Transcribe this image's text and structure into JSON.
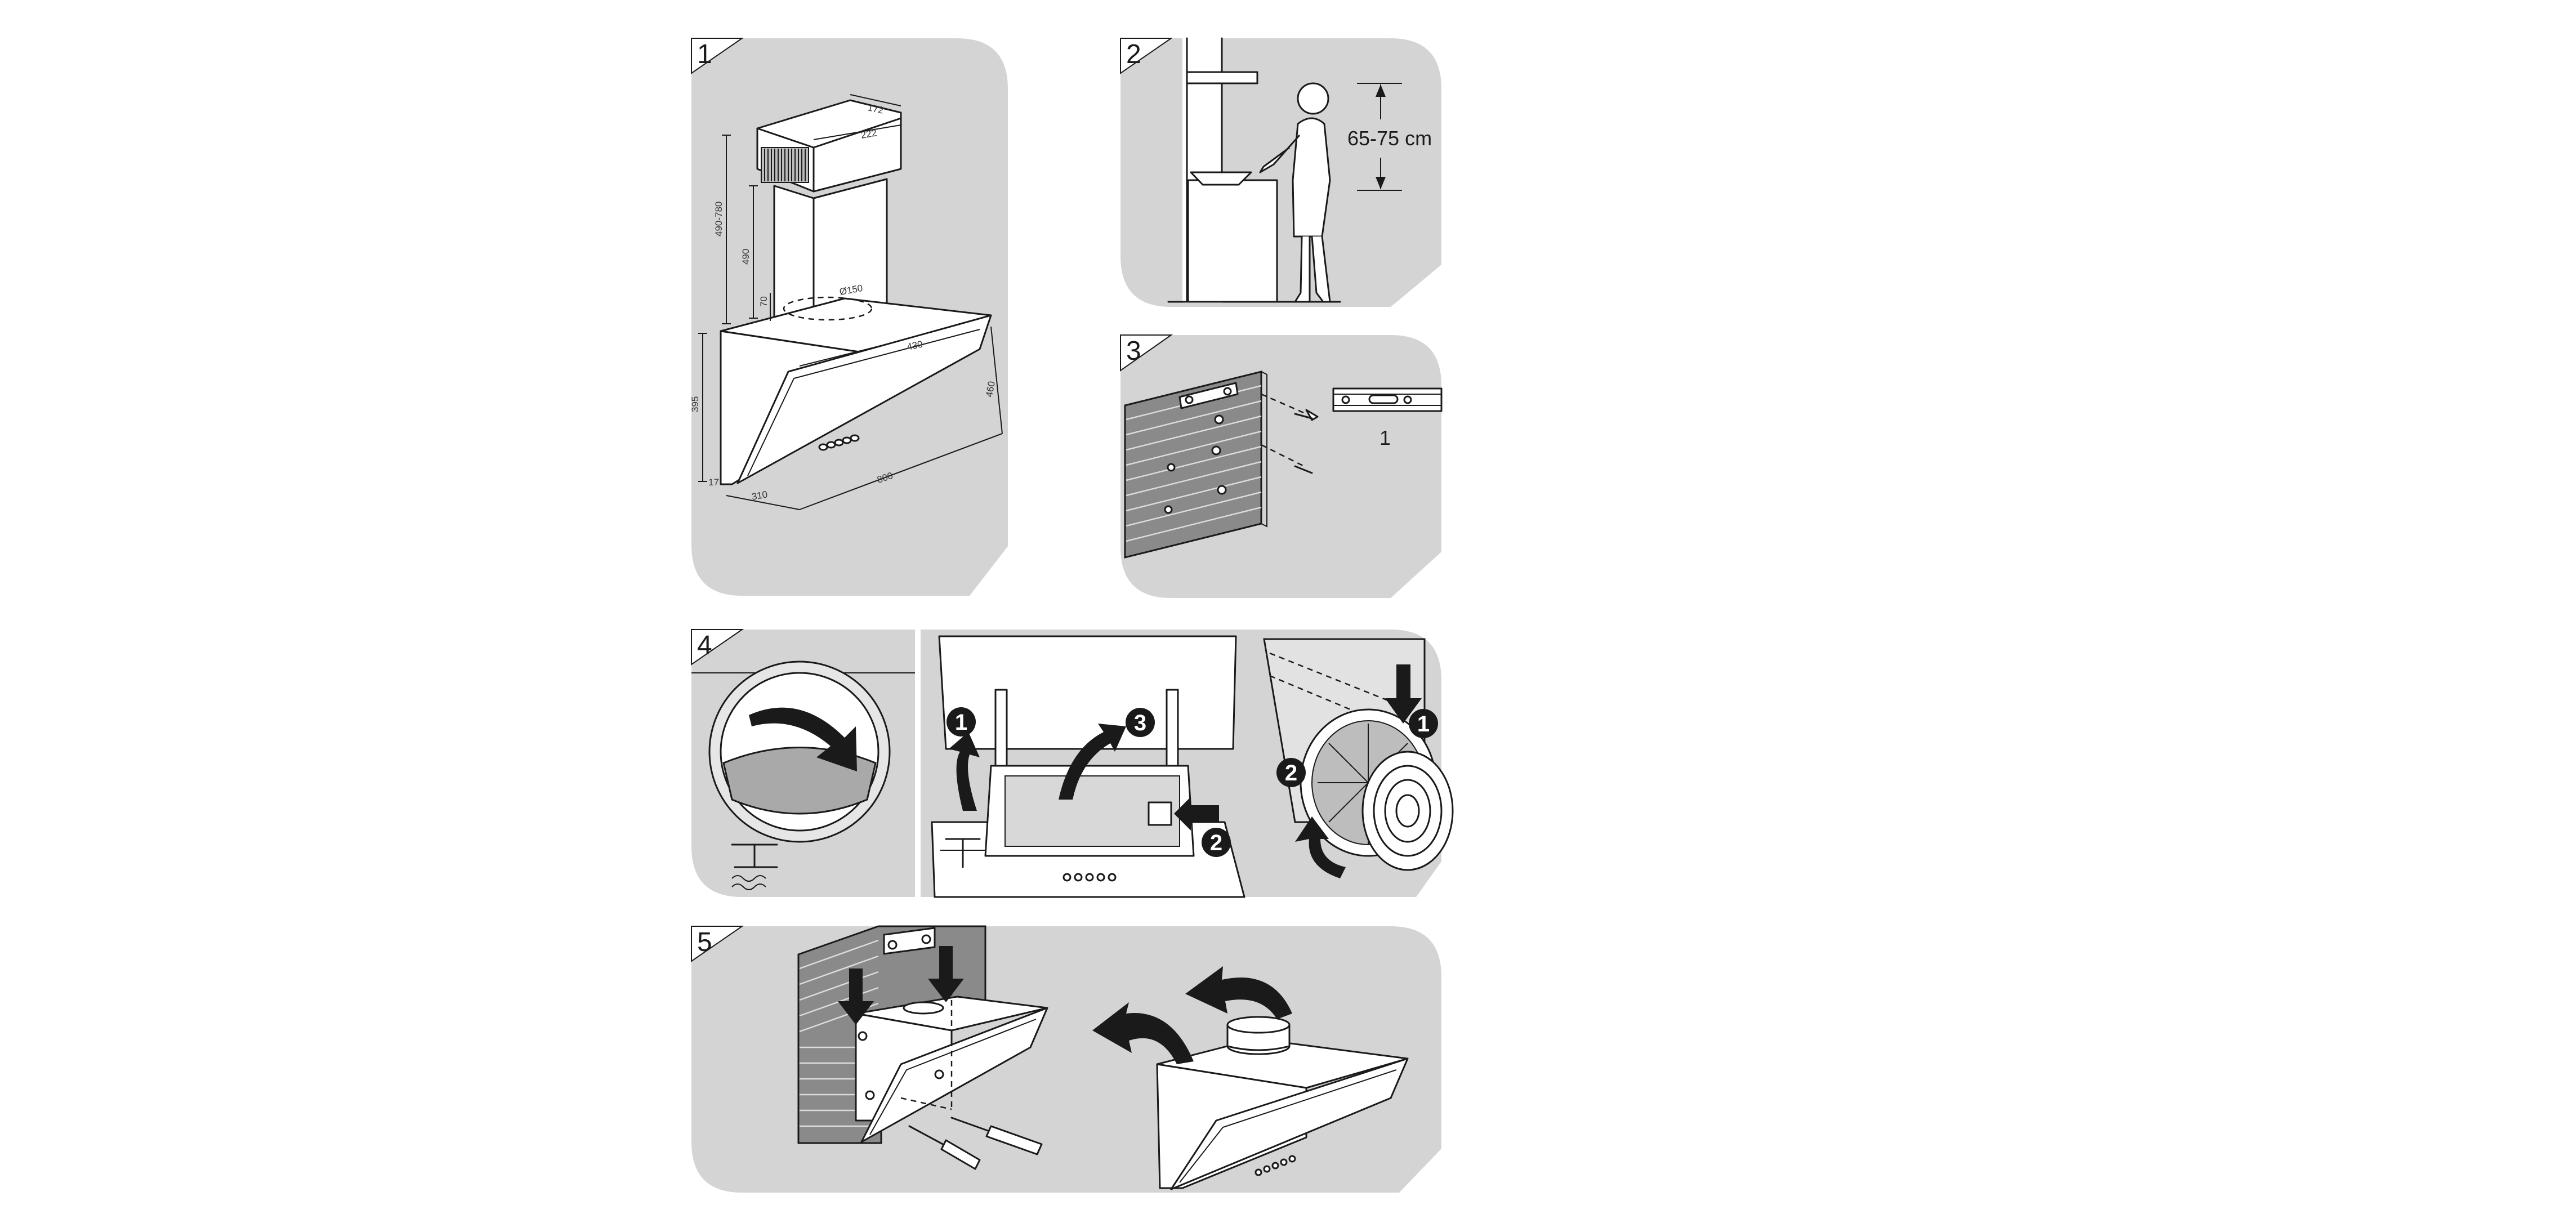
{
  "steps": [
    {
      "number": "1"
    },
    {
      "number": "2"
    },
    {
      "number": "3"
    },
    {
      "number": "4"
    },
    {
      "number": "5"
    }
  ],
  "step1": {
    "dimensions": {
      "top_width": "172",
      "top_depth": "222",
      "chimney_range": "490-780",
      "chimney_height": "490",
      "duct_diameter": "Ø150",
      "duct_offset": "70",
      "hood_depth_top": "430",
      "hood_height": "395",
      "glass_diagonal": "460",
      "base_depth": "310",
      "width": "800",
      "small_offset": "17"
    }
  },
  "step2": {
    "height_label": "65-75 cm"
  },
  "step3": {
    "bracket_label": "1"
  },
  "step4": {
    "callouts": [
      "1",
      "2",
      "3",
      "1",
      "2"
    ]
  },
  "colors": {
    "panel_gray": "#d4d4d4",
    "line_dark": "#1a1a1a",
    "brick_gray": "#8a8a8a"
  }
}
